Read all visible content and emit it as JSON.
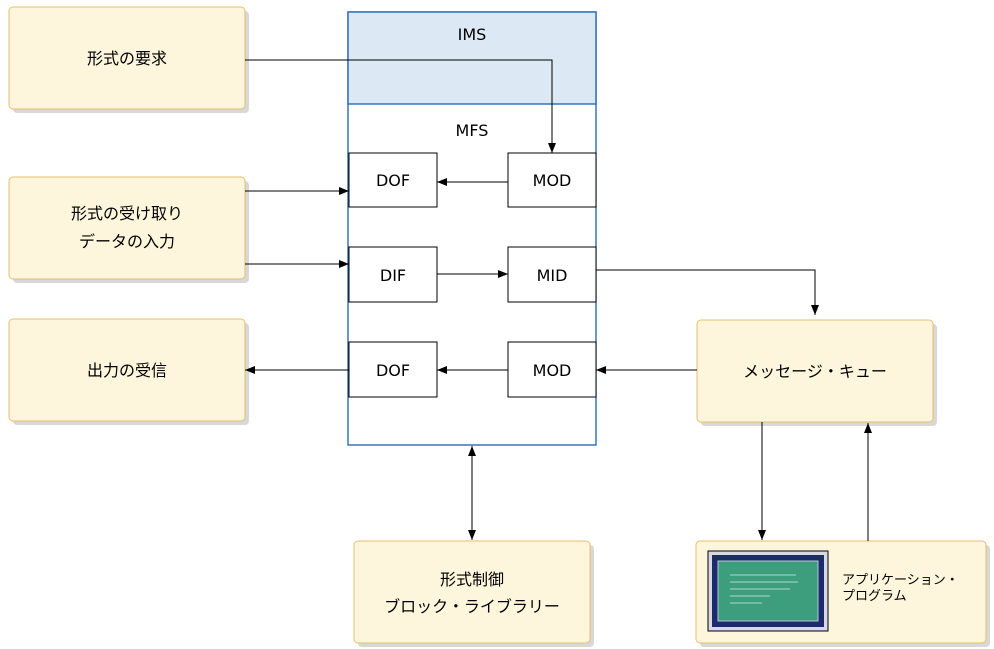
{
  "nodes": {
    "format_request": "形式の要求",
    "format_receive_line1": "形式の受け取り",
    "format_receive_line2": "データの入力",
    "output_receive": "出力の受信",
    "ims": "IMS",
    "mfs": "MFS",
    "dof_top": "DOF",
    "mod_top": "MOD",
    "dif": "DIF",
    "mid": "MID",
    "dof_bottom": "DOF",
    "mod_bottom": "MOD",
    "message_queue": "メッセージ・キュー",
    "library_line1": "形式制御",
    "library_line2": "ブロック・ライブラリー",
    "application_line1": "アプリケーション・",
    "application_line2": "プログラム"
  },
  "colors": {
    "box_fill": "#fdf5dc",
    "box_border": "#e5c06a",
    "ims_fill": "#dce9f5",
    "blue_border": "#1a5fb4",
    "screen_fill": "#3d9e7d"
  },
  "icons": {
    "application_program": "monitor-screen-icon"
  }
}
